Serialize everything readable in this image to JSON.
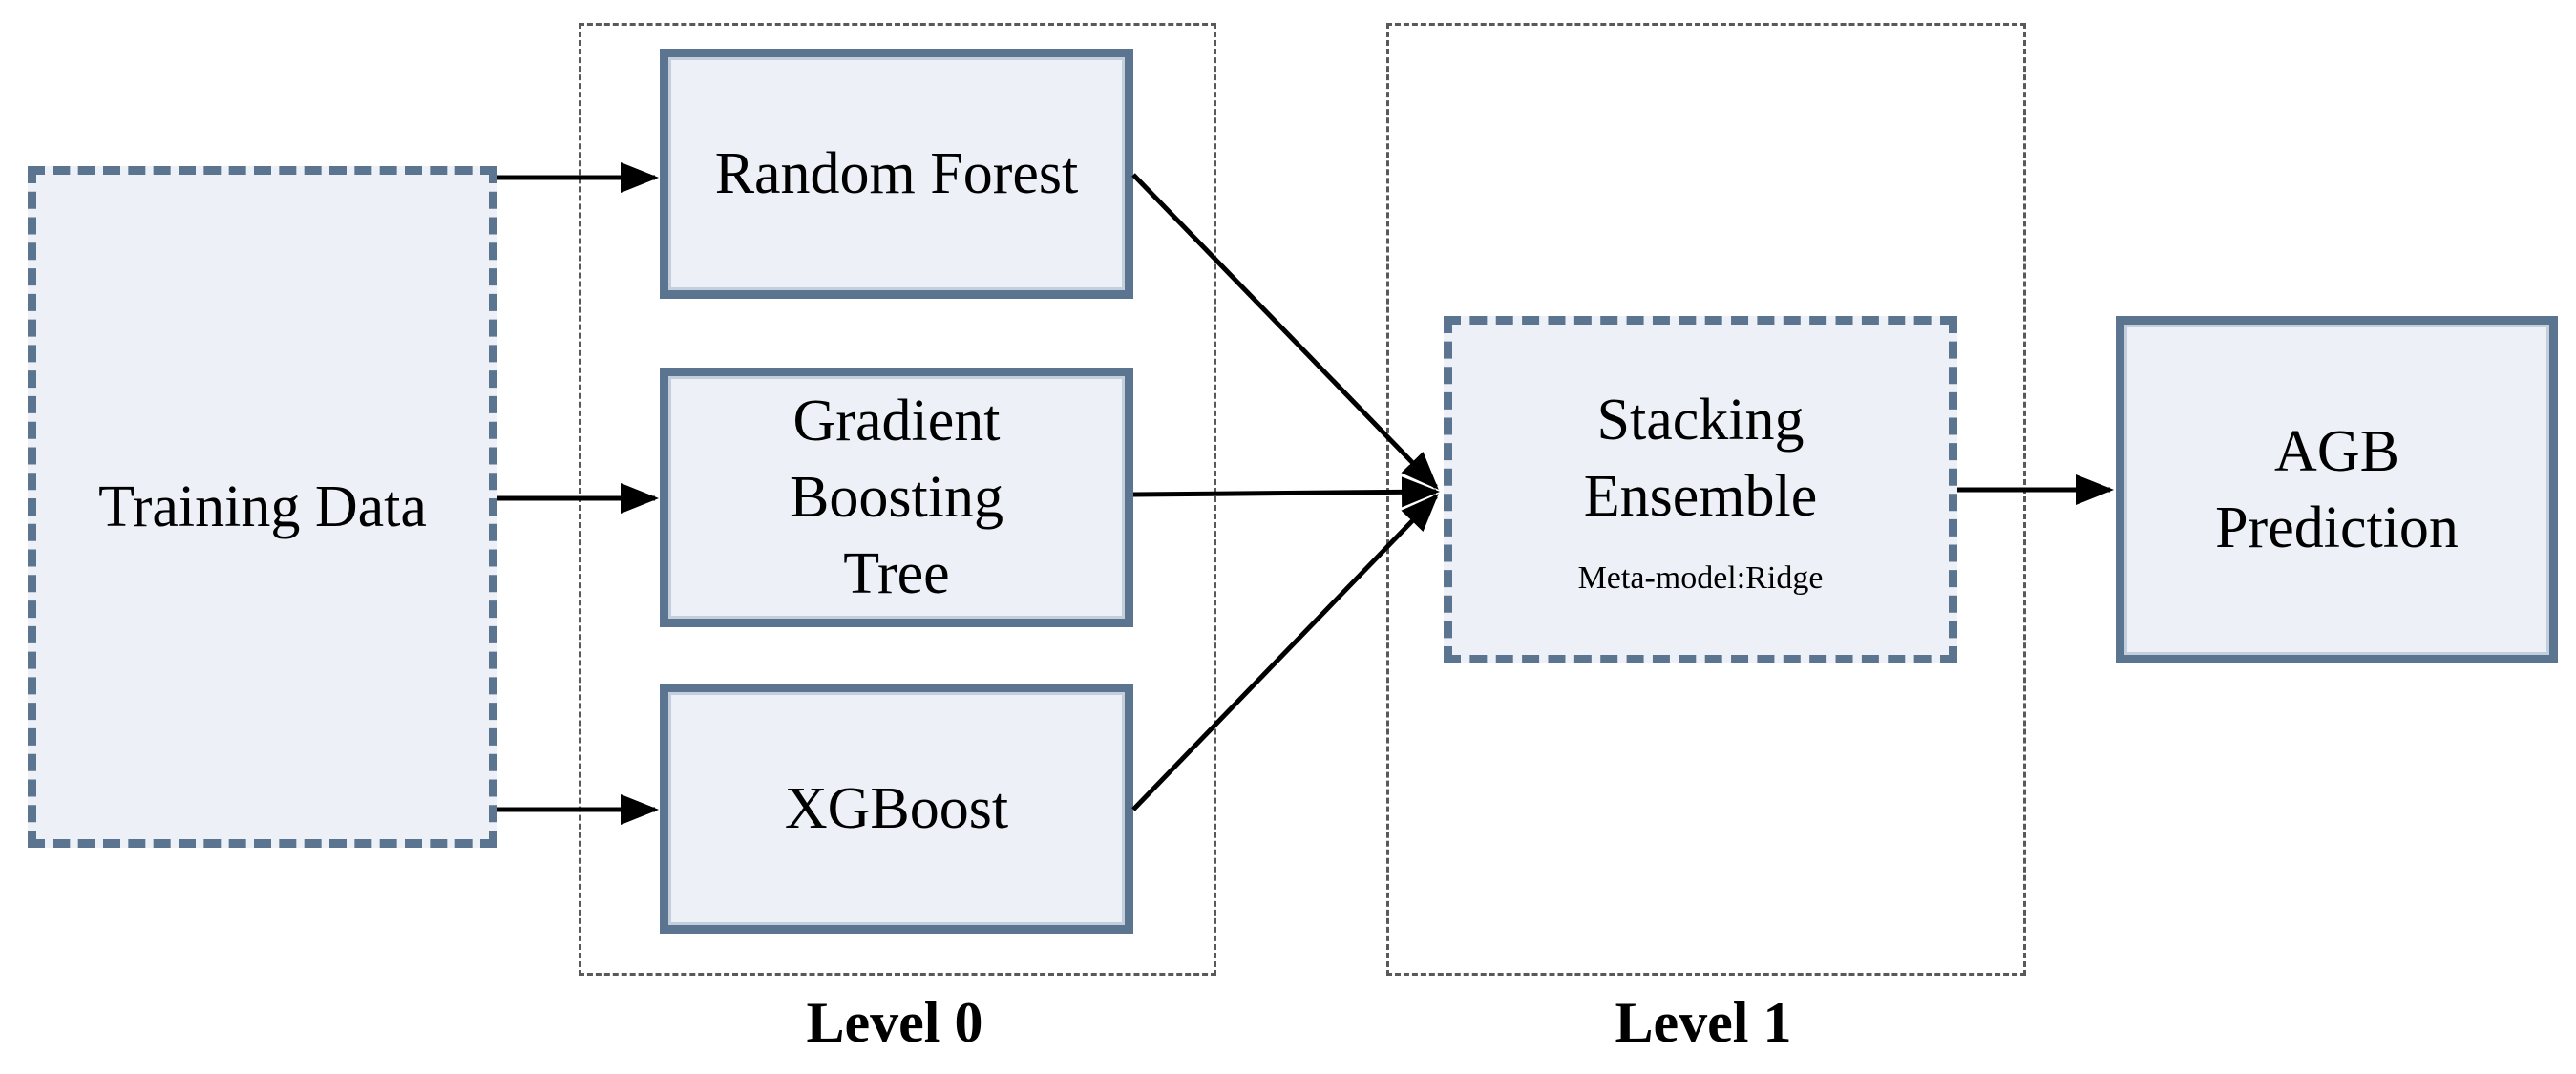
{
  "nodes": {
    "training_data": {
      "label": "Training Data"
    },
    "random_forest": {
      "label": "Random Forest"
    },
    "gradient_boosting_tree": {
      "lines": [
        "Gradient",
        "Boosting",
        "Tree"
      ]
    },
    "xgboost": {
      "label": "XGBoost"
    },
    "stacking_ensemble": {
      "lines": [
        "Stacking",
        "Ensemble"
      ],
      "subtitle": "Meta-model:Ridge"
    },
    "agb_prediction": {
      "lines": [
        "AGB",
        "Prediction"
      ]
    }
  },
  "groups": {
    "level0": {
      "label": "Level 0"
    },
    "level1": {
      "label": "Level 1"
    }
  },
  "edges": [
    {
      "from": "training_data",
      "to": "random_forest"
    },
    {
      "from": "training_data",
      "to": "gradient_boosting_tree"
    },
    {
      "from": "training_data",
      "to": "xgboost"
    },
    {
      "from": "random_forest",
      "to": "stacking_ensemble"
    },
    {
      "from": "gradient_boosting_tree",
      "to": "stacking_ensemble"
    },
    {
      "from": "xgboost",
      "to": "stacking_ensemble"
    },
    {
      "from": "stacking_ensemble",
      "to": "agb_prediction"
    }
  ],
  "colors": {
    "node_fill": "#edf1f7",
    "node_border": "#5b7590",
    "group_border": "#595959",
    "arrow": "#000000",
    "text": "#000000"
  }
}
